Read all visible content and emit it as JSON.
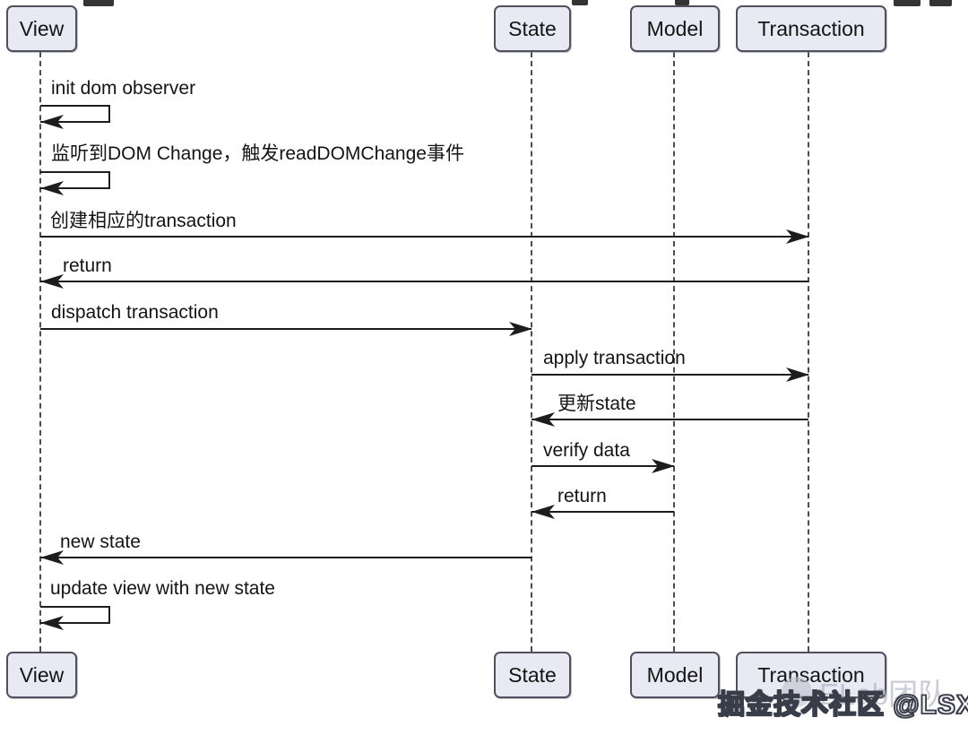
{
  "diagram_type": "uml-sequence",
  "participants": [
    {
      "name": "View"
    },
    {
      "name": "State"
    },
    {
      "name": "Model"
    },
    {
      "name": "Transaction"
    }
  ],
  "messages": [
    {
      "label": "init dom observer",
      "from": "View",
      "to": "View",
      "kind": "self"
    },
    {
      "label": "监听到DOM Change，触发readDOMChange事件",
      "from": "View",
      "to": "View",
      "kind": "self"
    },
    {
      "label": "创建相应的transaction",
      "from": "View",
      "to": "Transaction",
      "kind": "arrow-right"
    },
    {
      "label": "return",
      "from": "Transaction",
      "to": "View",
      "kind": "arrow-left"
    },
    {
      "label": "dispatch transaction",
      "from": "View",
      "to": "State",
      "kind": "arrow-right"
    },
    {
      "label": "apply transaction",
      "from": "State",
      "to": "Transaction",
      "kind": "arrow-right"
    },
    {
      "label": "更新state",
      "from": "Transaction",
      "to": "State",
      "kind": "arrow-left"
    },
    {
      "label": "verify data",
      "from": "State",
      "to": "Model",
      "kind": "arrow-right"
    },
    {
      "label": "return",
      "from": "Model",
      "to": "State",
      "kind": "arrow-left"
    },
    {
      "label": "new state",
      "from": "State",
      "to": "View",
      "kind": "arrow-left"
    },
    {
      "label": "update view with new state",
      "from": "View",
      "to": "View",
      "kind": "self"
    }
  ],
  "watermark": {
    "ghost_text": "ELab团队",
    "main_text": "掘金技术社区 @LSX_"
  },
  "colors": {
    "participant_fill": "#e9e9f4",
    "participant_border": "#50505f",
    "message_line": "#1d1d1d",
    "lifeline": "#4d4d4d",
    "background": "#ffffff"
  }
}
